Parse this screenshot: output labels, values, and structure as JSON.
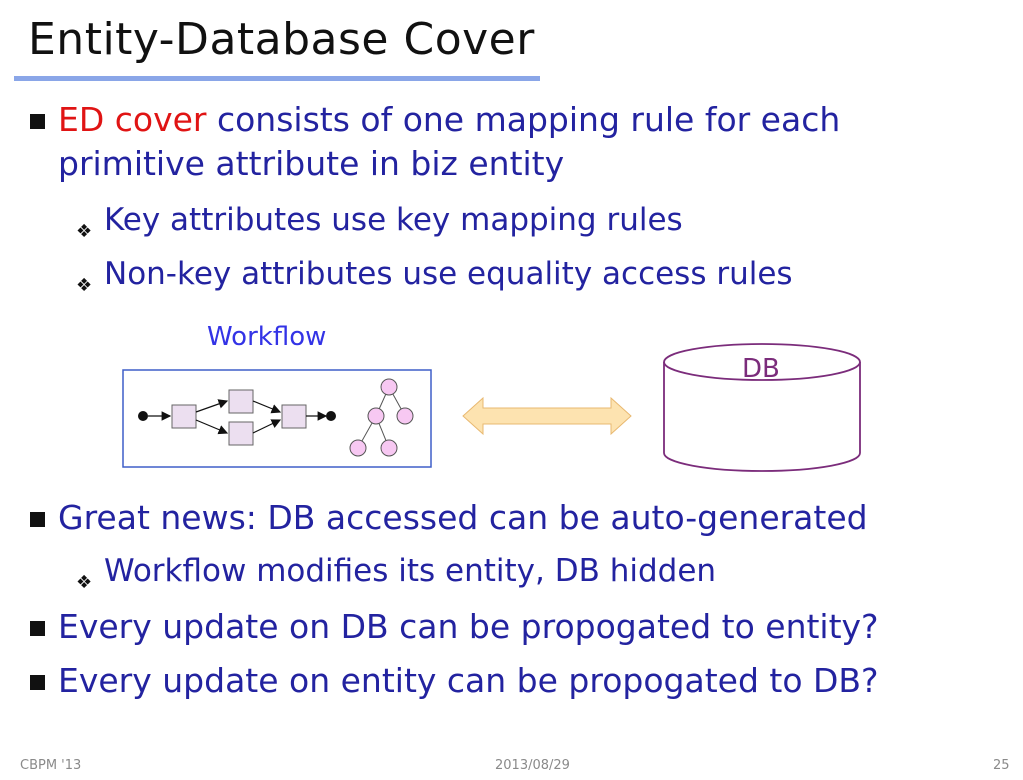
{
  "title": "Entity-Database Cover",
  "bullets": {
    "b1_highlight": "ED cover",
    "b1_line1": " consists of one mapping rule for each",
    "b1_line2": "primitive attribute in biz entity",
    "b1_sub1": "Key attributes use key mapping rules",
    "b1_sub2": "Non-key attributes use equality access rules",
    "b2": "Great news: DB accessed can be auto-generated",
    "b2_sub1": "Workflow modifies its entity, DB hidden",
    "b3": "Every update on DB can be propogated to entity?",
    "b4": "Every update on entity can be propogated to DB?"
  },
  "diagram": {
    "workflow_label": "Workflow",
    "db_label": "DB"
  },
  "footer": {
    "left": "CBPM '13",
    "center": "2013/08/29",
    "right": "25"
  },
  "colors": {
    "text": "#2323a0",
    "highlight": "#e01414",
    "title_underline": "#8aa6e8",
    "workflow_box": "#3f5fc8",
    "db_border": "#7b2c7b",
    "arrow_fill": "#fde3b0",
    "node_fill": "#ecdff0",
    "tree_node_fill": "#f7c8f2"
  }
}
